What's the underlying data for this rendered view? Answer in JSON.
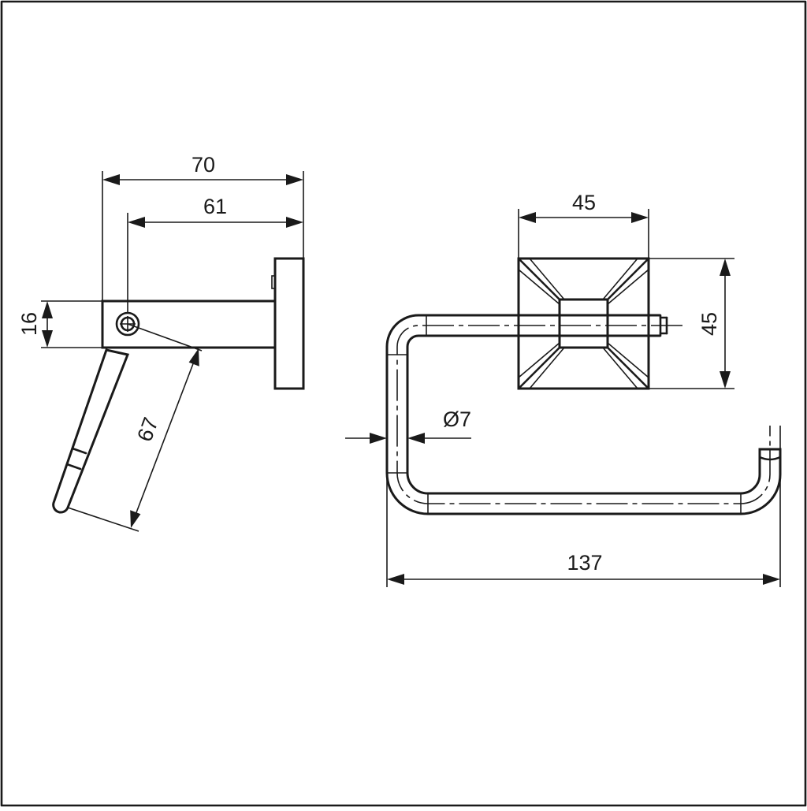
{
  "dimensions": {
    "side_view": {
      "overall_depth": "70",
      "axle_depth": "61",
      "bar_height": "16",
      "arm_length": "67"
    },
    "front_view": {
      "plate_width": "45",
      "plate_height": "45",
      "rod_diameter": "Ø7",
      "overall_width": "137"
    }
  }
}
